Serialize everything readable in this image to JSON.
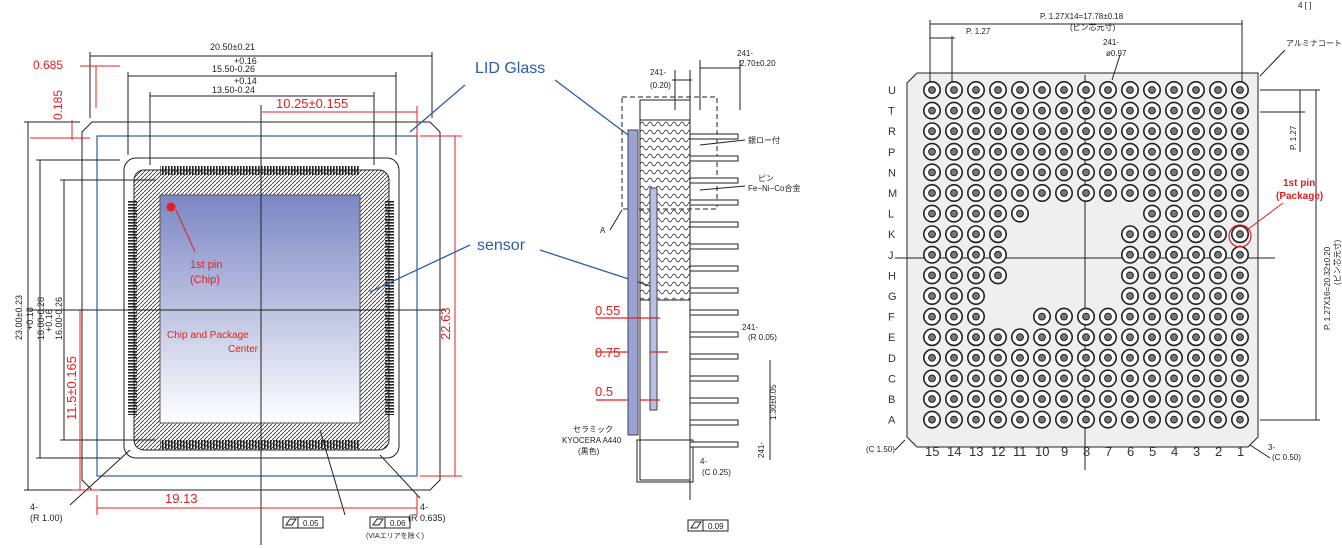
{
  "colors": {
    "annotation_red": "#e02020",
    "annotation_blue": "#2a5ea8",
    "sensor_top": "#7b86c4",
    "sensor_bottom": "#ffffff",
    "line": "#222222"
  },
  "top_view": {
    "dim_width_outer": "20.50±0.21",
    "dim_tol_plus_1": "+0.16",
    "dim_width_2": "15.50-0.26",
    "dim_tol_plus_2": "+0.14",
    "dim_width_3": "13.50-0.24",
    "dim_height_outer": "23.00±0.23",
    "dim_height_2": "18.00-0.28",
    "dim_height_2_tol": "+0.18",
    "dim_height_3": "16.00-0.26",
    "dim_height_3_tol": "+0.16",
    "red_0685": "0.685",
    "red_0185": "0.185",
    "red_1025": "10.25±0.155",
    "red_115": "11.5±0.165",
    "red_2263": "22.63",
    "red_1913": "19.13",
    "first_pin_chip_line1": "1st pin",
    "first_pin_chip_line2": "(Chip)",
    "center_label_line1": "Chip and Package",
    "center_label_line2": "Center",
    "corner_r100_prefix": "4-",
    "corner_r100": "(R 1.00)",
    "corner_r0635_prefix": "4-",
    "corner_r0635": "(R 0.635)",
    "flat_1": "0.05",
    "flat_2": "0.06",
    "via_note": "(VIAエリアを除く)"
  },
  "callouts": {
    "lid_glass": "LID Glass",
    "sensor": "sensor"
  },
  "side_view": {
    "top_241_prefix": "241-",
    "top_020": "(0.20)",
    "top_241b": "241-",
    "top_270": "2.70±0.20",
    "brazing": "銀ロー付",
    "pin_label": "ピン",
    "pin_material": "Fe−Ni−Co合金",
    "label_a": "A",
    "red_055": "0.55",
    "red_075": "0.75",
    "red_05": "0.5",
    "r005_prefix": "241-",
    "r005": "(R 0.05)",
    "pitch_130": "1.30±0.05",
    "pitch_prefix": "241-",
    "ceramic": "セラミック",
    "kyocera": "KYOCERA A440",
    "black": "(黒色)",
    "c025_prefix": "4-",
    "c025": "(C 0.25)",
    "flat_3": "0.09"
  },
  "bottom_view": {
    "top_dim": "P. 1.27X14=17.78±0.18",
    "top_dim_sub": "(ピン芯元寸)",
    "p127": "P. 1.27",
    "dia_prefix": "241-",
    "dia": "ø0.97",
    "alumina": "アルミナコート",
    "p127_v": "P. 1.27",
    "right_dim": "P. 1.27X16=20.32±0.20",
    "right_dim_sub": "(ピン芯元寸)",
    "first_pin_pkg_line1": "1st pin",
    "first_pin_pkg_line2": "(Package)",
    "c150": "(C 1.50)",
    "c050_prefix": "3-",
    "c050": "(C 0.50)",
    "rows": [
      "U",
      "T",
      "R",
      "P",
      "N",
      "M",
      "L",
      "K",
      "J",
      "H",
      "G",
      "F",
      "E",
      "D",
      "C",
      "B",
      "A"
    ],
    "cols": [
      "15",
      "14",
      "13",
      "12",
      "11",
      "10",
      "9",
      "8",
      "7",
      "6",
      "5",
      "4",
      "3",
      "2",
      "1"
    ],
    "top_right_mark": "4 [    ]"
  }
}
